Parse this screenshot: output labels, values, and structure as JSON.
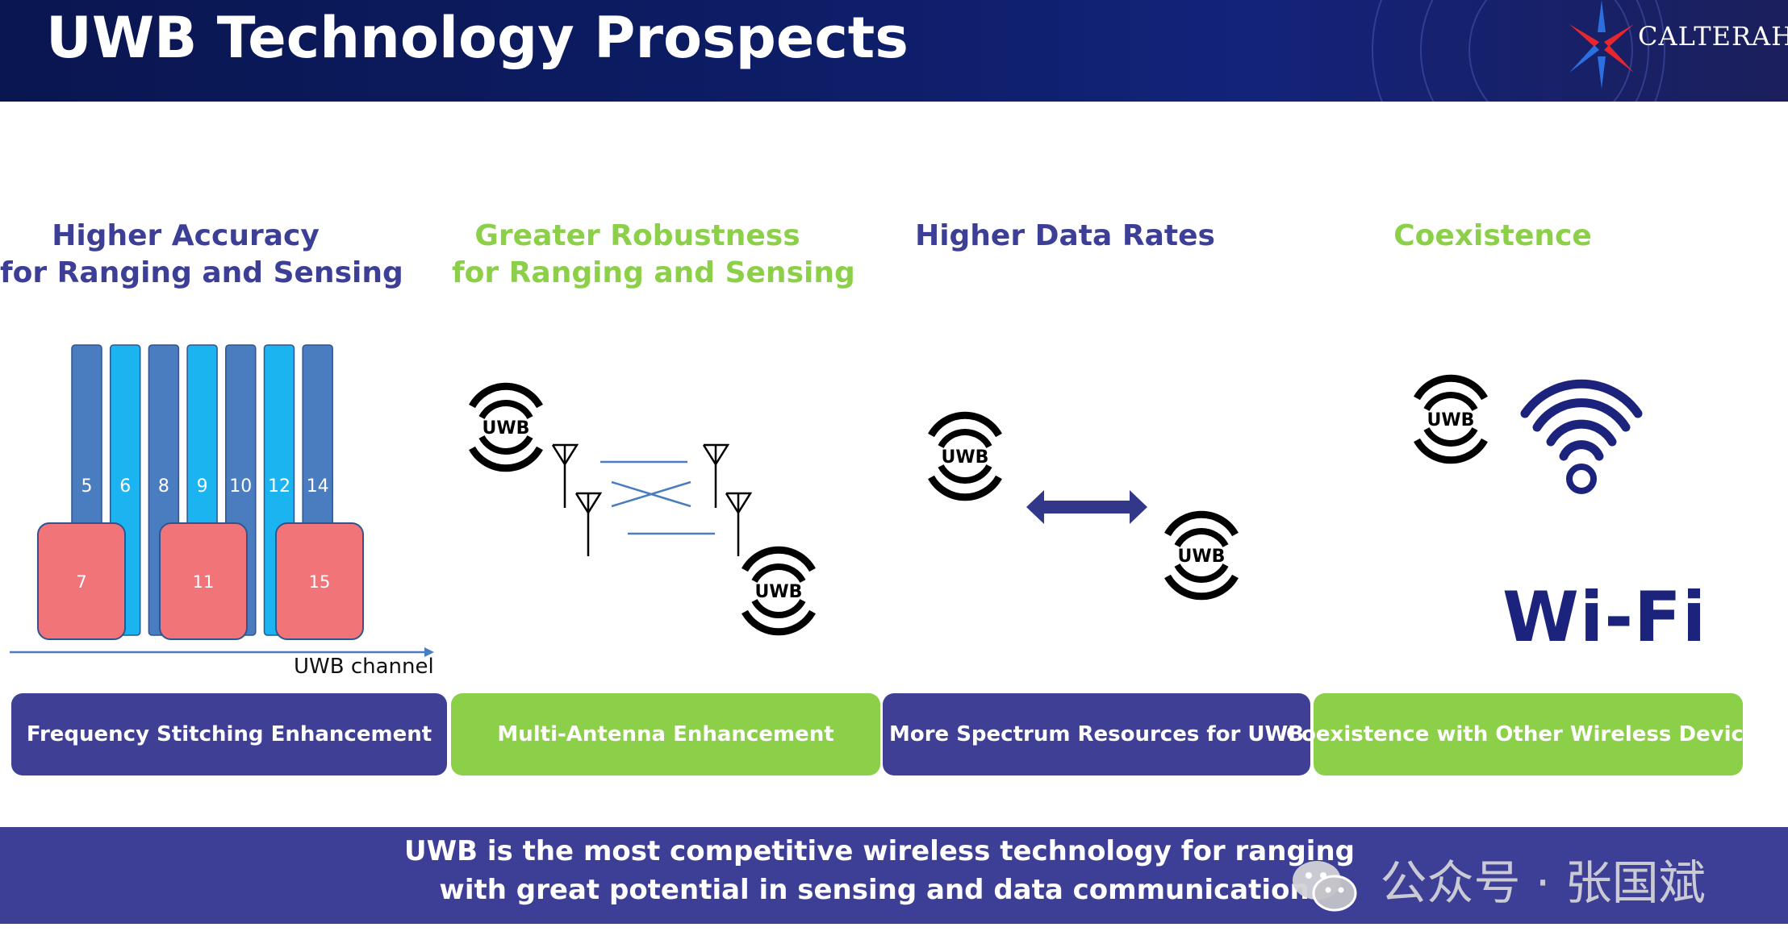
{
  "header": {
    "title": "UWB Technology Prospects",
    "brand": "CALTERAH"
  },
  "columns": [
    {
      "title_line1": "Higher Accuracy",
      "title_line2": "for Ranging and Sensing",
      "box": "Frequency Stitching Enhancement"
    },
    {
      "title_line1": "Greater Robustness",
      "title_line2": "for Ranging and Sensing",
      "box": "Multi-Antenna Enhancement"
    },
    {
      "title_line1": "Higher Data Rates",
      "title_line2": "",
      "box": "More Spectrum Resources for UWB"
    },
    {
      "title_line1": "Coexistence",
      "title_line2": "",
      "box": "Coexistence with Other Wireless Devices"
    }
  ],
  "channels": {
    "narrow": [
      "5",
      "6",
      "8",
      "9",
      "10",
      "12",
      "14"
    ],
    "wide": [
      "7",
      "11",
      "15"
    ],
    "axis_label": "UWB channel"
  },
  "icons": {
    "uwb_label": "UWB",
    "wifi_label": "Wi-Fi"
  },
  "footer": {
    "line1": "UWB is the most competitive wireless technology for ranging",
    "line2": "with great potential in sensing and data communication."
  },
  "watermark": "公众号 · 张国斌",
  "colors": {
    "navy": "#3d3f96",
    "green": "#8ccf48",
    "bar_dark": "#4a7cc0",
    "bar_light": "#1bb3f0",
    "wide_box": "#f07478"
  }
}
